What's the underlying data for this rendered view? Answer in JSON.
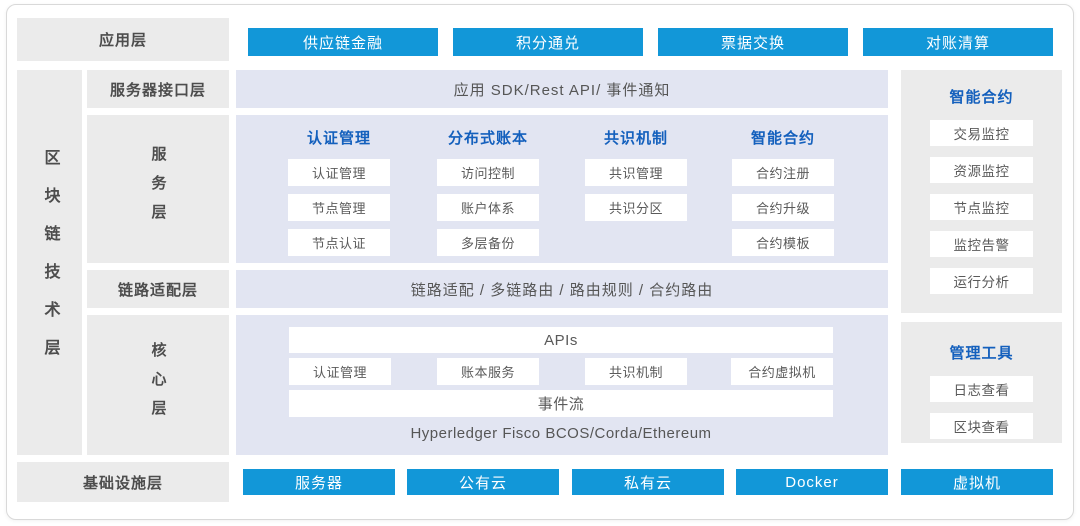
{
  "colors": {
    "accent_blue": "#1297d8",
    "heading_blue": "#1460bd",
    "panel_gray": "#ebebeb",
    "panel_lavender": "#e2e5f2"
  },
  "app_layer": {
    "label": "应用层",
    "buttons": [
      "供应链金融",
      "积分通兑",
      "票据交换",
      "对账清算"
    ]
  },
  "tech_layer": {
    "label": "区块链技术层"
  },
  "interface_layer": {
    "label": "服务器接口层",
    "content": "应用 SDK/Rest API/ 事件通知"
  },
  "service_layer": {
    "label": "服务层",
    "columns": [
      {
        "header": "认证管理",
        "items": [
          "认证管理",
          "节点管理",
          "节点认证"
        ]
      },
      {
        "header": "分布式账本",
        "items": [
          "访问控制",
          "账户体系",
          "多层备份"
        ]
      },
      {
        "header": "共识机制",
        "items": [
          "共识管理",
          "共识分区"
        ]
      },
      {
        "header": "智能合约",
        "items": [
          "合约注册",
          "合约升级",
          "合约模板"
        ]
      }
    ]
  },
  "adapter_layer": {
    "label": "链路适配层",
    "content": "链路适配 / 多链路由 / 路由规则 / 合约路由"
  },
  "core_layer": {
    "label": "核心层",
    "apis_label": "APIs",
    "modules": [
      "认证管理",
      "账本服务",
      "共识机制",
      "合约虚拟机"
    ],
    "event_stream_label": "事件流",
    "platforms": "Hyperledger Fisco BCOS/Corda/Ethereum"
  },
  "monitor_panel": {
    "header": "智能合约",
    "items": [
      "交易监控",
      "资源监控",
      "节点监控",
      "监控告警",
      "运行分析"
    ]
  },
  "tools_panel": {
    "header": "管理工具",
    "items": [
      "日志查看",
      "区块查看"
    ]
  },
  "infra_layer": {
    "label": "基础设施层",
    "buttons": [
      "服务器",
      "公有云",
      "私有云",
      "Docker",
      "虚拟机"
    ]
  }
}
